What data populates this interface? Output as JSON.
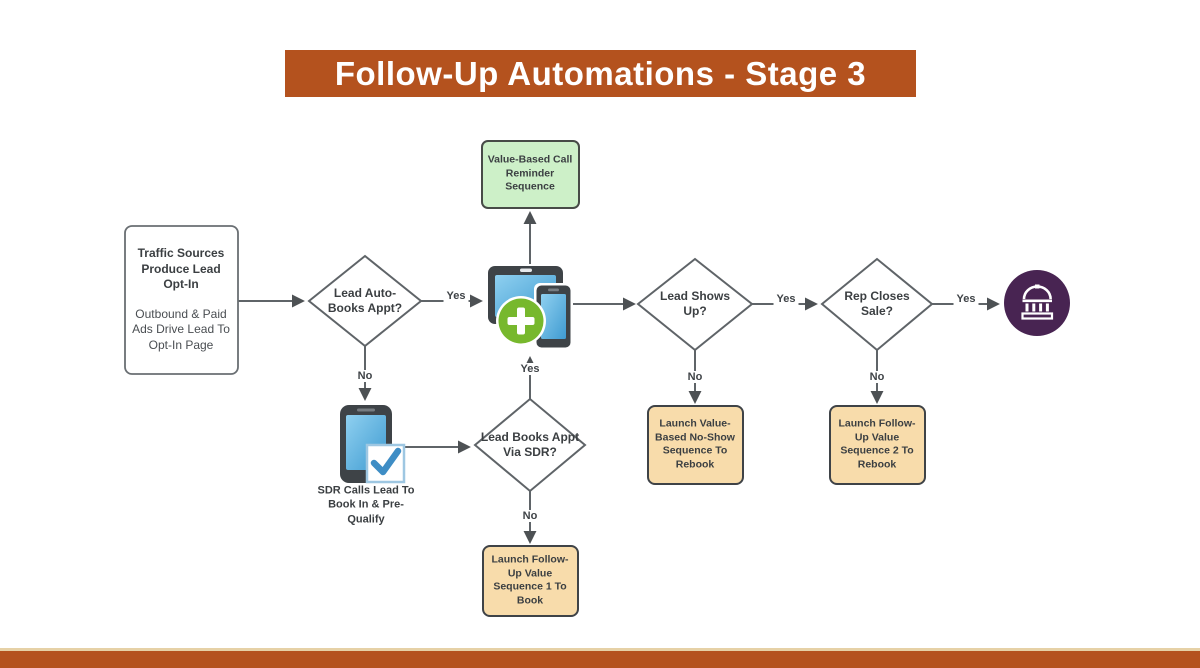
{
  "title": "Follow-Up Automations - Stage 3",
  "theme": {
    "banner_bg": "#b4521e",
    "footer_bg": "#b4521e",
    "footer_accent_line": "#e6d1a6",
    "node_border": "#5f6468",
    "arrow_color": "#5f6468",
    "green_box_fill": "#cdf0c8",
    "orange_box_fill": "#f8dcab",
    "device_screen_blue": "#57abdf",
    "plus_circle_green": "#77b82d",
    "check_blue": "#3e8dc5",
    "bank_circle_purple": "#482452"
  },
  "icons": {
    "auto_book": "tablet-phone-plus-icon",
    "sdr_call": "phone-checkmark-icon",
    "closed_won": "bank-icon"
  },
  "nodes": {
    "start": {
      "title": "Traffic Sources Produce Lead Opt-In",
      "body": "Outbound & Paid Ads Drive Lead To Opt-In Page"
    },
    "d1": {
      "label": "Lead Auto-Books Appt?"
    },
    "green_box": {
      "label": "Value-Based Call Reminder Sequence"
    },
    "sdr": {
      "label": "SDR Calls Lead To Book In & Pre-Qualify"
    },
    "d2": {
      "label": "Lead Books Appt Via SDR?"
    },
    "seq1": {
      "label": "Launch Follow-Up Value Sequence 1 To Book"
    },
    "d3": {
      "label": "Lead Shows Up?"
    },
    "noshow": {
      "label": "Launch Value-Based No-Show Sequence To Rebook"
    },
    "d4": {
      "label": "Rep Closes Sale?"
    },
    "seq2": {
      "label": "Launch Follow-Up Value Sequence 2 To Rebook"
    }
  },
  "edge_labels": {
    "yes": "Yes",
    "no": "No"
  }
}
